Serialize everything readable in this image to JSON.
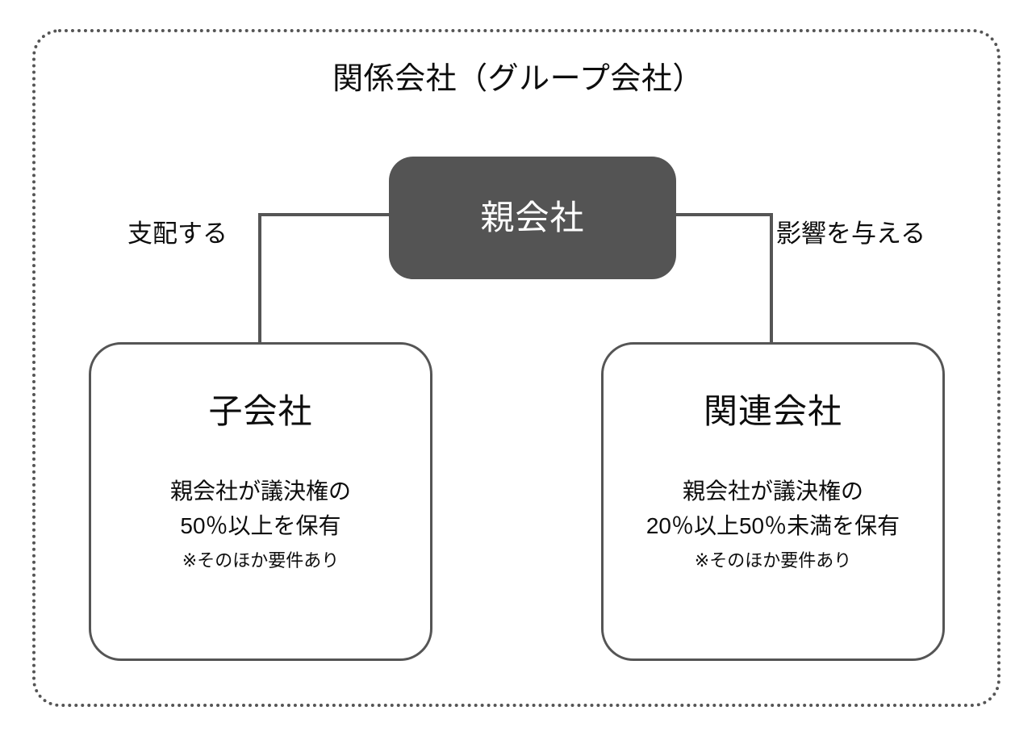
{
  "diagram": {
    "group_container": {
      "title": "関係会社（グループ会社）",
      "border_style": "dotted",
      "border_color": "#555555"
    },
    "parent": {
      "title": "親会社",
      "fill_color": "#545454",
      "text_color": "#ffffff"
    },
    "edges": [
      {
        "label": "支配する",
        "from": "親会社",
        "to": "子会社"
      },
      {
        "label": "影響を与える",
        "from": "親会社",
        "to": "関連会社"
      }
    ],
    "children": [
      {
        "title": "子会社",
        "description_lines": [
          "親会社が議決権の",
          "50％以上を保有"
        ],
        "note": "※そのほか要件あり",
        "border_color": "#555555"
      },
      {
        "title": "関連会社",
        "description_lines": [
          "親会社が議決権の",
          "20％以上50％未満を保有"
        ],
        "note": "※そのほか要件あり",
        "border_color": "#555555"
      }
    ]
  }
}
